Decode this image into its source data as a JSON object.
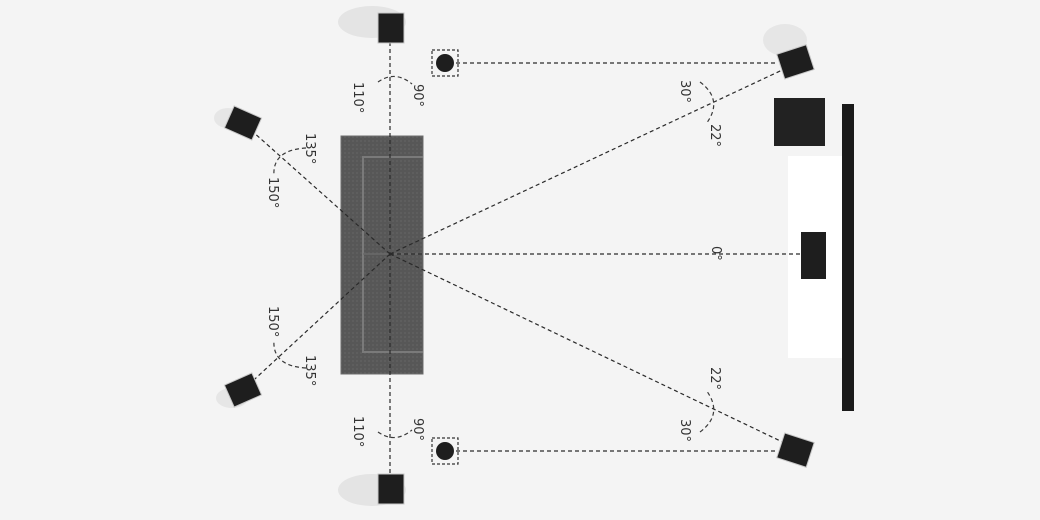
{
  "diagram": {
    "labels": {
      "center_angle": "0°",
      "front_right_inner": "22°",
      "front_right_outer": "30°",
      "front_left_inner": "22°",
      "front_left_outer": "30°",
      "side_top_left": "110°",
      "side_top_right": "90°",
      "side_bottom_left": "110°",
      "side_bottom_right": "90°",
      "rear_top_inner": "135°",
      "rear_top_outer": "150°",
      "rear_bottom_inner": "135°",
      "rear_bottom_outer": "150°"
    },
    "colors": {
      "background": "#f4f4f4",
      "sofa": "#5a5a5a",
      "sofa_edge": "#6e6e6e",
      "speaker": "#1e1e1e",
      "tv": "#1a1a1a",
      "cabinet": "#ffffff",
      "line": "#2a2a2a"
    }
  }
}
